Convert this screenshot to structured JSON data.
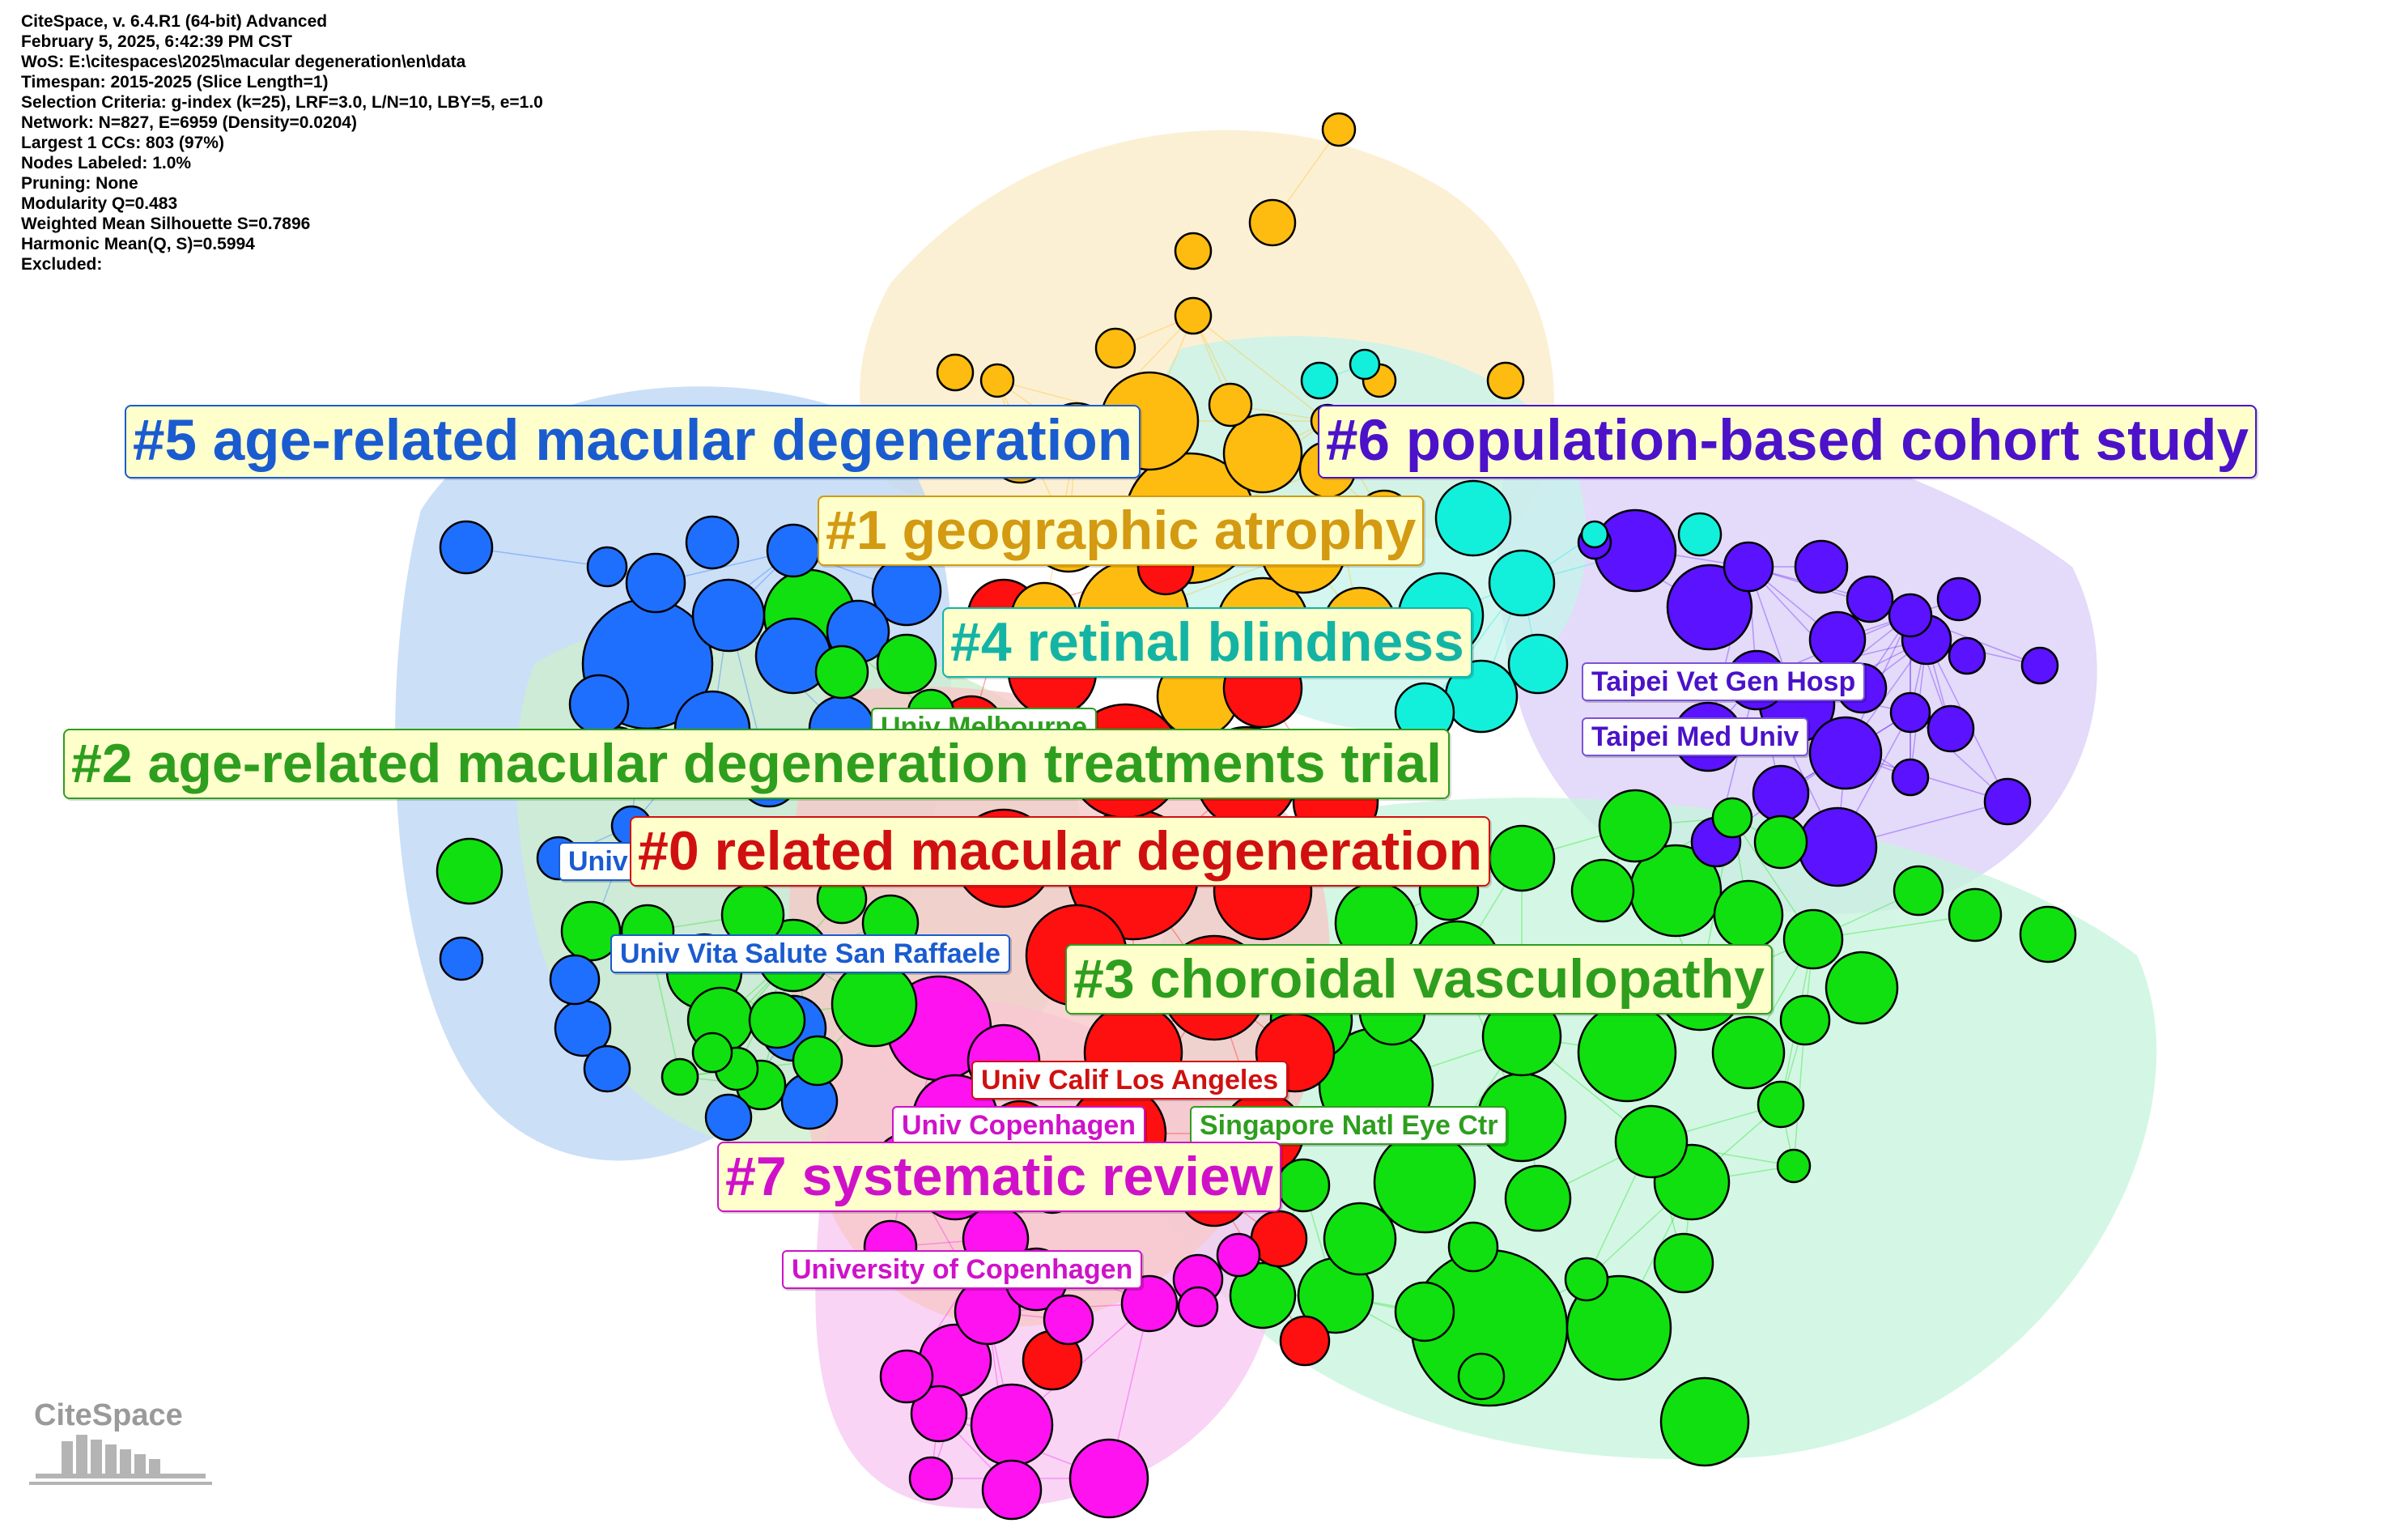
{
  "metadata_lines": [
    "CiteSpace, v. 6.4.R1 (64-bit) Advanced",
    "February 5, 2025, 6:42:39 PM CST",
    "WoS: E:\\citespaces\\2025\\macular degeneration\\en\\data",
    "Timespan: 2015-2025 (Slice Length=1)",
    "Selection Criteria: g-index (k=25), LRF=3.0, L/N=10, LBY=5, e=1.0",
    "Network: N=827, E=6959 (Density=0.0204)",
    "Largest 1 CCs: 803 (97%)",
    "Nodes Labeled: 1.0%",
    "Pruning: None",
    "Modularity Q=0.483",
    "Weighted Mean Silhouette S=0.7896",
    "Harmonic Mean(Q, S)=0.5994",
    "Excluded:"
  ],
  "clusters": [
    {
      "id": "c5",
      "label": "#5 age-related macular degeneration",
      "color": "#1a5bd0",
      "hull_color": "#bcd6f5",
      "node_color": "#1f6fff"
    },
    {
      "id": "c6",
      "label": "#6 population-based cohort study",
      "color": "#4b12c9",
      "hull_color": "#ddd0f7",
      "node_color": "#5a12ff"
    },
    {
      "id": "c1",
      "label": "#1 geographic atrophy",
      "color": "#d39a12",
      "hull_color": "#fbecc8",
      "node_color": "#ffbc10"
    },
    {
      "id": "c4",
      "label": "#4 retinal blindness",
      "color": "#14b4a5",
      "hull_color": "#c6f4ec",
      "node_color": "#12f0dc"
    },
    {
      "id": "c2",
      "label": "#2 age-related macular degeneration treatments trial",
      "color": "#2e9e1e",
      "hull_color": "#cdeecd",
      "node_color": "#10e010"
    },
    {
      "id": "c0",
      "label": "#0 related macular degeneration",
      "color": "#d01010",
      "hull_color": "#f7c8c8",
      "node_color": "#ff1010"
    },
    {
      "id": "c3",
      "label": "#3 choroidal vasculopathy",
      "color": "#2e9e1e",
      "hull_color": "#c6f5dc",
      "node_color": "#10e010"
    },
    {
      "id": "c7",
      "label": "#7 systematic review",
      "color": "#cf12c9",
      "hull_color": "#f7c8f2",
      "node_color": "#ff12f0"
    }
  ],
  "node_labels": [
    {
      "text": "Taipei Vet Gen Hosp",
      "color": "#4b12c9"
    },
    {
      "text": "Taipei Med Univ",
      "color": "#4b12c9"
    },
    {
      "text": "Univ Melbourne",
      "color": "#2e9e1e"
    },
    {
      "text": "Univ Sydney",
      "color": "#1a5bd0"
    },
    {
      "text": "Univ Vita Salute San Raffaele",
      "color": "#1a5bd0"
    },
    {
      "text": "Univ Calif Los Angeles",
      "color": "#d01010"
    },
    {
      "text": "Univ Copenhagen",
      "color": "#cf12c9"
    },
    {
      "text": "Singapore Natl Eye Ctr",
      "color": "#2e9e1e"
    },
    {
      "text": "University of Copenhagen",
      "color": "#cf12c9"
    }
  ],
  "logo_text": "CiteSpace"
}
